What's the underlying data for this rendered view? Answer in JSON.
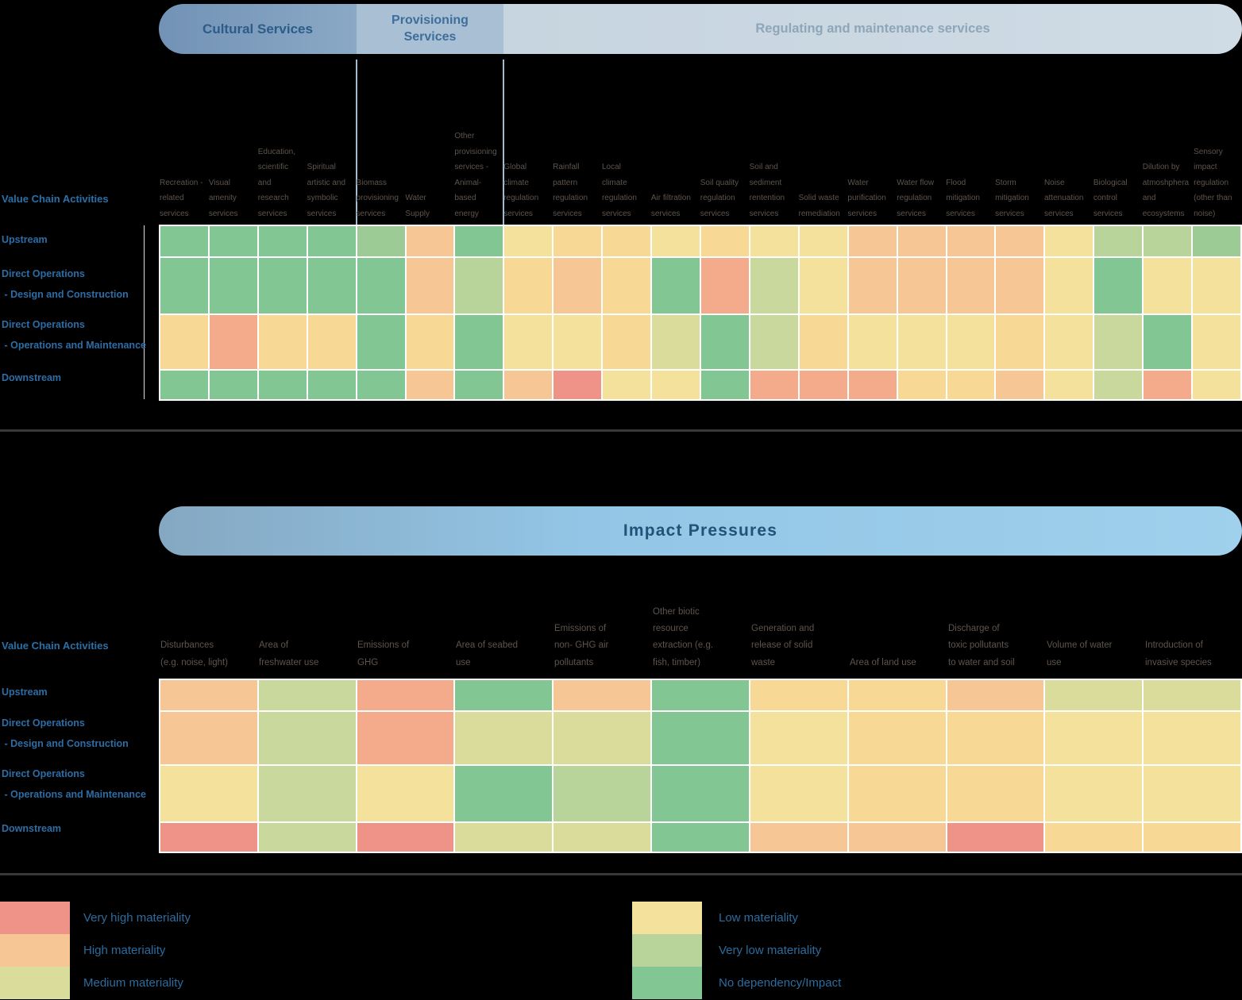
{
  "palette": {
    "N": "#82c694",
    "NV": "#9ccb95",
    "VL": "#b8d49a",
    "VM": "#c9d89c",
    "M": "#dadc9b",
    "L": "#f4e29c",
    "LH": "#f7d995",
    "H": "#f6c795",
    "HV": "#f4ab8c",
    "VH": "#ef9287"
  },
  "chart_data": [
    {
      "type": "heatmap",
      "axis_label": "Value Chain Activities",
      "groups": [
        {
          "label": "Cultural Services",
          "cols": 4
        },
        {
          "label": "Provisioning Services",
          "cols": 3
        },
        {
          "label": "Regulating and maintenance services",
          "cols": 15
        }
      ],
      "columns": [
        "Recreation -related services",
        "Visual amenity services",
        "Education, scientific and research services",
        "Spiritual artistic and symbolic services",
        "Biomass provisioning services",
        "Water Supply",
        "Other provisioning services - Animal- based energy",
        "Global climate regulation services",
        "Rainfall pattern regulation services",
        "Local climate regulation services",
        "Air filtration services",
        "Soil quality regulation services",
        "Soil and sediment rentention services",
        "Solid waste remediation",
        "Water purification services",
        "Water flow regulation services",
        "Flood mitigation services",
        "Storm mitigation services",
        "Noise attenuation services",
        "Biological control services",
        "Dilution by atmoshphera and ecosystems",
        "Sensory impact regulation (other than noise)"
      ],
      "rows": [
        {
          "label": [
            "Upstream"
          ],
          "values": [
            "N",
            "N",
            "N",
            "N",
            "NV",
            "H",
            "N",
            "L",
            "LH",
            "LH",
            "L",
            "LH",
            "L",
            "L",
            "H",
            "H",
            "H",
            "H",
            "L",
            "VL",
            "VL",
            "NV"
          ]
        },
        {
          "label": [
            "Direct Operations",
            " - Design and Construction"
          ],
          "values": [
            "N",
            "N",
            "N",
            "N",
            "N",
            "H",
            "VL",
            "LH",
            "H",
            "LH",
            "N",
            "HV",
            "VM",
            "L",
            "H",
            "H",
            "H",
            "H",
            "L",
            "N",
            "L",
            "L"
          ]
        },
        {
          "label": [
            "Direct Operations",
            " - Operations and Maintenance"
          ],
          "values": [
            "LH",
            "HV",
            "LH",
            "LH",
            "N",
            "LH",
            "N",
            "L",
            "L",
            "LH",
            "M",
            "N",
            "VM",
            "LH",
            "L",
            "L",
            "L",
            "LH",
            "L",
            "VM",
            "N",
            "L"
          ]
        },
        {
          "label": [
            "Downstream"
          ],
          "values": [
            "N",
            "N",
            "N",
            "N",
            "N",
            "H",
            "N",
            "H",
            "VH",
            "L",
            "L",
            "N",
            "HV",
            "HV",
            "HV",
            "LH",
            "LH",
            "H",
            "L",
            "VM",
            "HV",
            "L"
          ]
        }
      ]
    },
    {
      "type": "heatmap",
      "header": "Impact Pressures",
      "axis_label": "Value Chain Activities",
      "columns": [
        "Disturbances (e.g. noise, light)",
        "Area of freshwater use",
        "Emissions of GHG",
        "Area of seabed use",
        "Emissions of non- GHG air pollutants",
        "Other biotic resource extraction (e.g. fish, timber)",
        "Generation and release of solid waste",
        "Area of land use",
        "Discharge of toxic pollutants to water and soil",
        "Volume of water use",
        "Introduction of invasive species"
      ],
      "rows": [
        {
          "label": [
            "Upstream"
          ],
          "values": [
            "H",
            "VM",
            "HV",
            "N",
            "H",
            "N",
            "LH",
            "LH",
            "H",
            "M",
            "M"
          ]
        },
        {
          "label": [
            "Direct Operations",
            " - Design and Construction"
          ],
          "values": [
            "H",
            "VM",
            "HV",
            "M",
            "M",
            "N",
            "L",
            "LH",
            "LH",
            "L",
            "L"
          ]
        },
        {
          "label": [
            "Direct Operations",
            " - Operations and Maintenance"
          ],
          "values": [
            "L",
            "VM",
            "L",
            "N",
            "VL",
            "N",
            "L",
            "LH",
            "LH",
            "L",
            "L"
          ]
        },
        {
          "label": [
            "Downstream"
          ],
          "values": [
            "VH",
            "VM",
            "VH",
            "M",
            "M",
            "N",
            "H",
            "H",
            "VH",
            "LH",
            "LH"
          ]
        }
      ]
    }
  ],
  "legend": {
    "left": [
      {
        "code": "VH",
        "label": "Very high materiality"
      },
      {
        "code": "H",
        "label": "High materiality"
      },
      {
        "code": "M",
        "label": "Medium materiality"
      }
    ],
    "right": [
      {
        "code": "L",
        "label": "Low materiality"
      },
      {
        "code": "VL",
        "label": "Very low materiality"
      },
      {
        "code": "N",
        "label": "No dependency/Impact"
      }
    ]
  }
}
